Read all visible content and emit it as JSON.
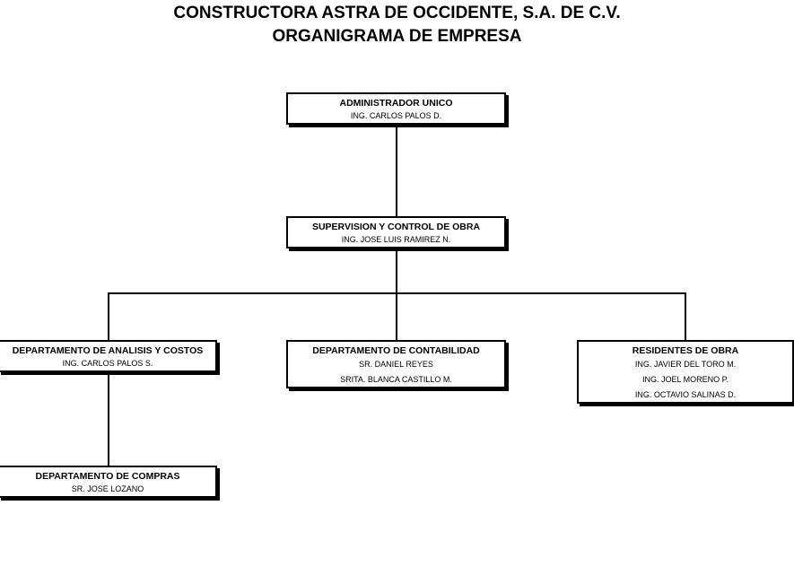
{
  "header": {
    "company": "CONSTRUCTORA ASTRA DE OCCIDENTE, S.A. DE C.V.",
    "subtitle": "ORGANIGRAMA DE EMPRESA"
  },
  "org": {
    "admin": {
      "title": "ADMINISTRADOR UNICO",
      "people": [
        "ING. CARLOS PALOS D."
      ]
    },
    "supervision": {
      "title": "SUPERVISION Y CONTROL DE OBRA",
      "people": [
        "ING. JOSE LUIS RAMIREZ N."
      ]
    },
    "analisis": {
      "title": "DEPARTAMENTO DE ANALISIS Y COSTOS",
      "people": [
        "ING. CARLOS PALOS S."
      ]
    },
    "contabilidad": {
      "title": "DEPARTAMENTO DE CONTABILIDAD",
      "people": [
        "SR. DANIEL REYES",
        "SRITA. BLANCA CASTILLO M."
      ]
    },
    "residentes": {
      "title": "RESIDENTES DE OBRA",
      "people": [
        "ING. JAVIER DEL TORO M.",
        "ING. JOEL MORENO P.",
        "ING. OCTAVIO SALINAS D."
      ]
    },
    "compras": {
      "title": "DEPARTAMENTO DE COMPRAS",
      "people": [
        "SR. JOSE LOZANO"
      ]
    }
  }
}
